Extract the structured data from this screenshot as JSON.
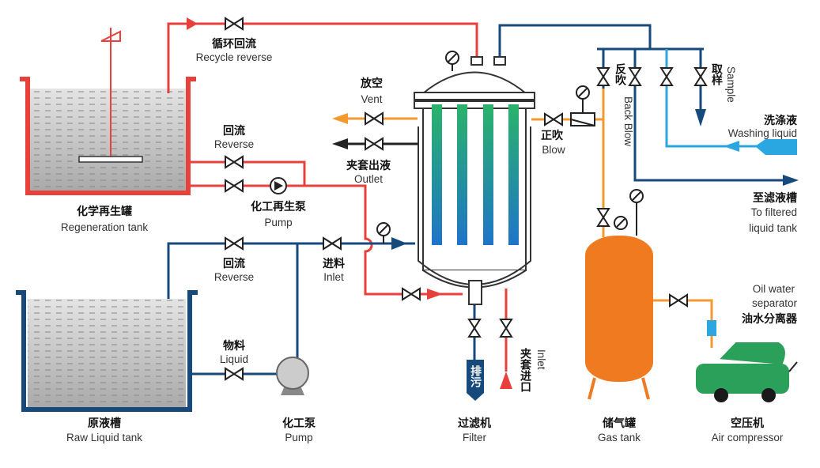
{
  "colors": {
    "recycle": "#e8413c",
    "feed": "#174a7c",
    "air": "#f29a2e",
    "washing": "#2aa6e0",
    "outlet": "#222222",
    "gas_tank": "#f07a1f",
    "compressor": "#2aa05a",
    "tubes_top": "#2ab36a",
    "tubes_bottom": "#1e74c8"
  },
  "labels": {
    "recycle": {
      "cn": "循环回流",
      "en": "Recycle reverse"
    },
    "reverse_top": {
      "cn": "回流",
      "en": "Reverse"
    },
    "regen_pump": {
      "cn": "化工再生泵",
      "en": "Pump"
    },
    "regen_tank": {
      "cn": "化学再生罐",
      "en": "Regeneration tank"
    },
    "reverse_bottom": {
      "cn": "回流",
      "en": "Reverse"
    },
    "inlet": {
      "cn": "进料",
      "en": "Inlet"
    },
    "liquid": {
      "cn": "物料",
      "en": "Liquid"
    },
    "raw_tank": {
      "cn": "原液槽",
      "en": "Raw Liquid tank"
    },
    "pump": {
      "cn": "化工泵",
      "en": "Pump"
    },
    "vent": {
      "cn": "放空",
      "en": "Vent"
    },
    "outlet": {
      "cn": "夹套出液",
      "en": "Outlet"
    },
    "blow": {
      "cn": "正吹",
      "en": "Blow"
    },
    "back_blow": {
      "cn": "反吹",
      "en": "Back Blow"
    },
    "sample": {
      "cn": "取样",
      "en": "Sample"
    },
    "washing": {
      "cn": "洗涤液",
      "en": "Washing liquid"
    },
    "filtered": {
      "cn": "至滤液槽",
      "en1": "To filtered",
      "en2": "liquid tank"
    },
    "separator": {
      "en1": "Oil water",
      "en2": "separator",
      "cn": "油水分离器"
    },
    "drain": {
      "cn": "排污"
    },
    "jacket_inlet": {
      "cn": "夹套进口",
      "en": "Inlet"
    },
    "filter": {
      "cn": "过滤机",
      "en": "Filter"
    },
    "gas_tank": {
      "cn": "储气罐",
      "en": "Gas tank"
    },
    "compressor": {
      "cn": "空压机",
      "en": "Air compressor"
    }
  }
}
